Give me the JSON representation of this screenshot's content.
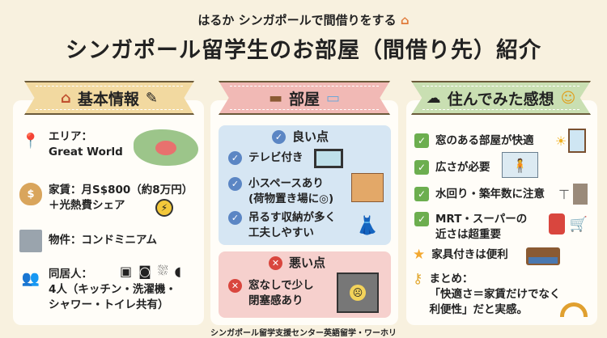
{
  "header": {
    "subtitle": "はるか シンガポールで間借りをする",
    "title": "シンガポール留学生のお部屋（間借り先）紹介"
  },
  "basic": {
    "heading": "基本情報",
    "area_label": "エリア：",
    "area_value": "Great World",
    "rent_line1": "家賃：月S$800（約8万円）",
    "rent_line2": "＋光熱費シェア",
    "property": "物件：コンドミニアム",
    "housemates_label": "同居人：",
    "housemates_line1": "4人（キッチン・洗濯機・",
    "housemates_line2": "シャワー・トイレ共有）"
  },
  "room": {
    "heading": "部屋",
    "good_title": "良い点",
    "good": [
      {
        "line1": "テレビ付き",
        "line2": ""
      },
      {
        "line1": "小スペースあり",
        "line2": "(荷物置き場に◎)"
      },
      {
        "line1": "吊るす収納が多く",
        "line2": "工夫しやすい"
      }
    ],
    "bad_title": "悪い点",
    "bad": [
      {
        "line1": "窓なしで少し",
        "line2": "閉塞感あり"
      }
    ]
  },
  "impressions": {
    "heading": "住んでみた感想",
    "items": [
      "窓のある部屋が快適",
      "広さが必要",
      "水回り・築年数に注意",
      "MRT・スーパーの",
      "近さは超重要",
      "家具付きは便利"
    ],
    "summary_label": "まとめ：",
    "summary_line1": "「快適さ＝家賃だけでなく",
    "summary_line2": "利便性」だと実感。"
  },
  "footer": "シンガポール留学支援センター英語留学・ワーホリ",
  "colors": {
    "bg": "#f8f1df",
    "ribbon_basic": "#f2d9a0",
    "ribbon_room": "#f1b9b5",
    "ribbon_imp": "#c9dfb2",
    "good_bg": "#d6e6f3",
    "bad_bg": "#f6d0cd"
  }
}
